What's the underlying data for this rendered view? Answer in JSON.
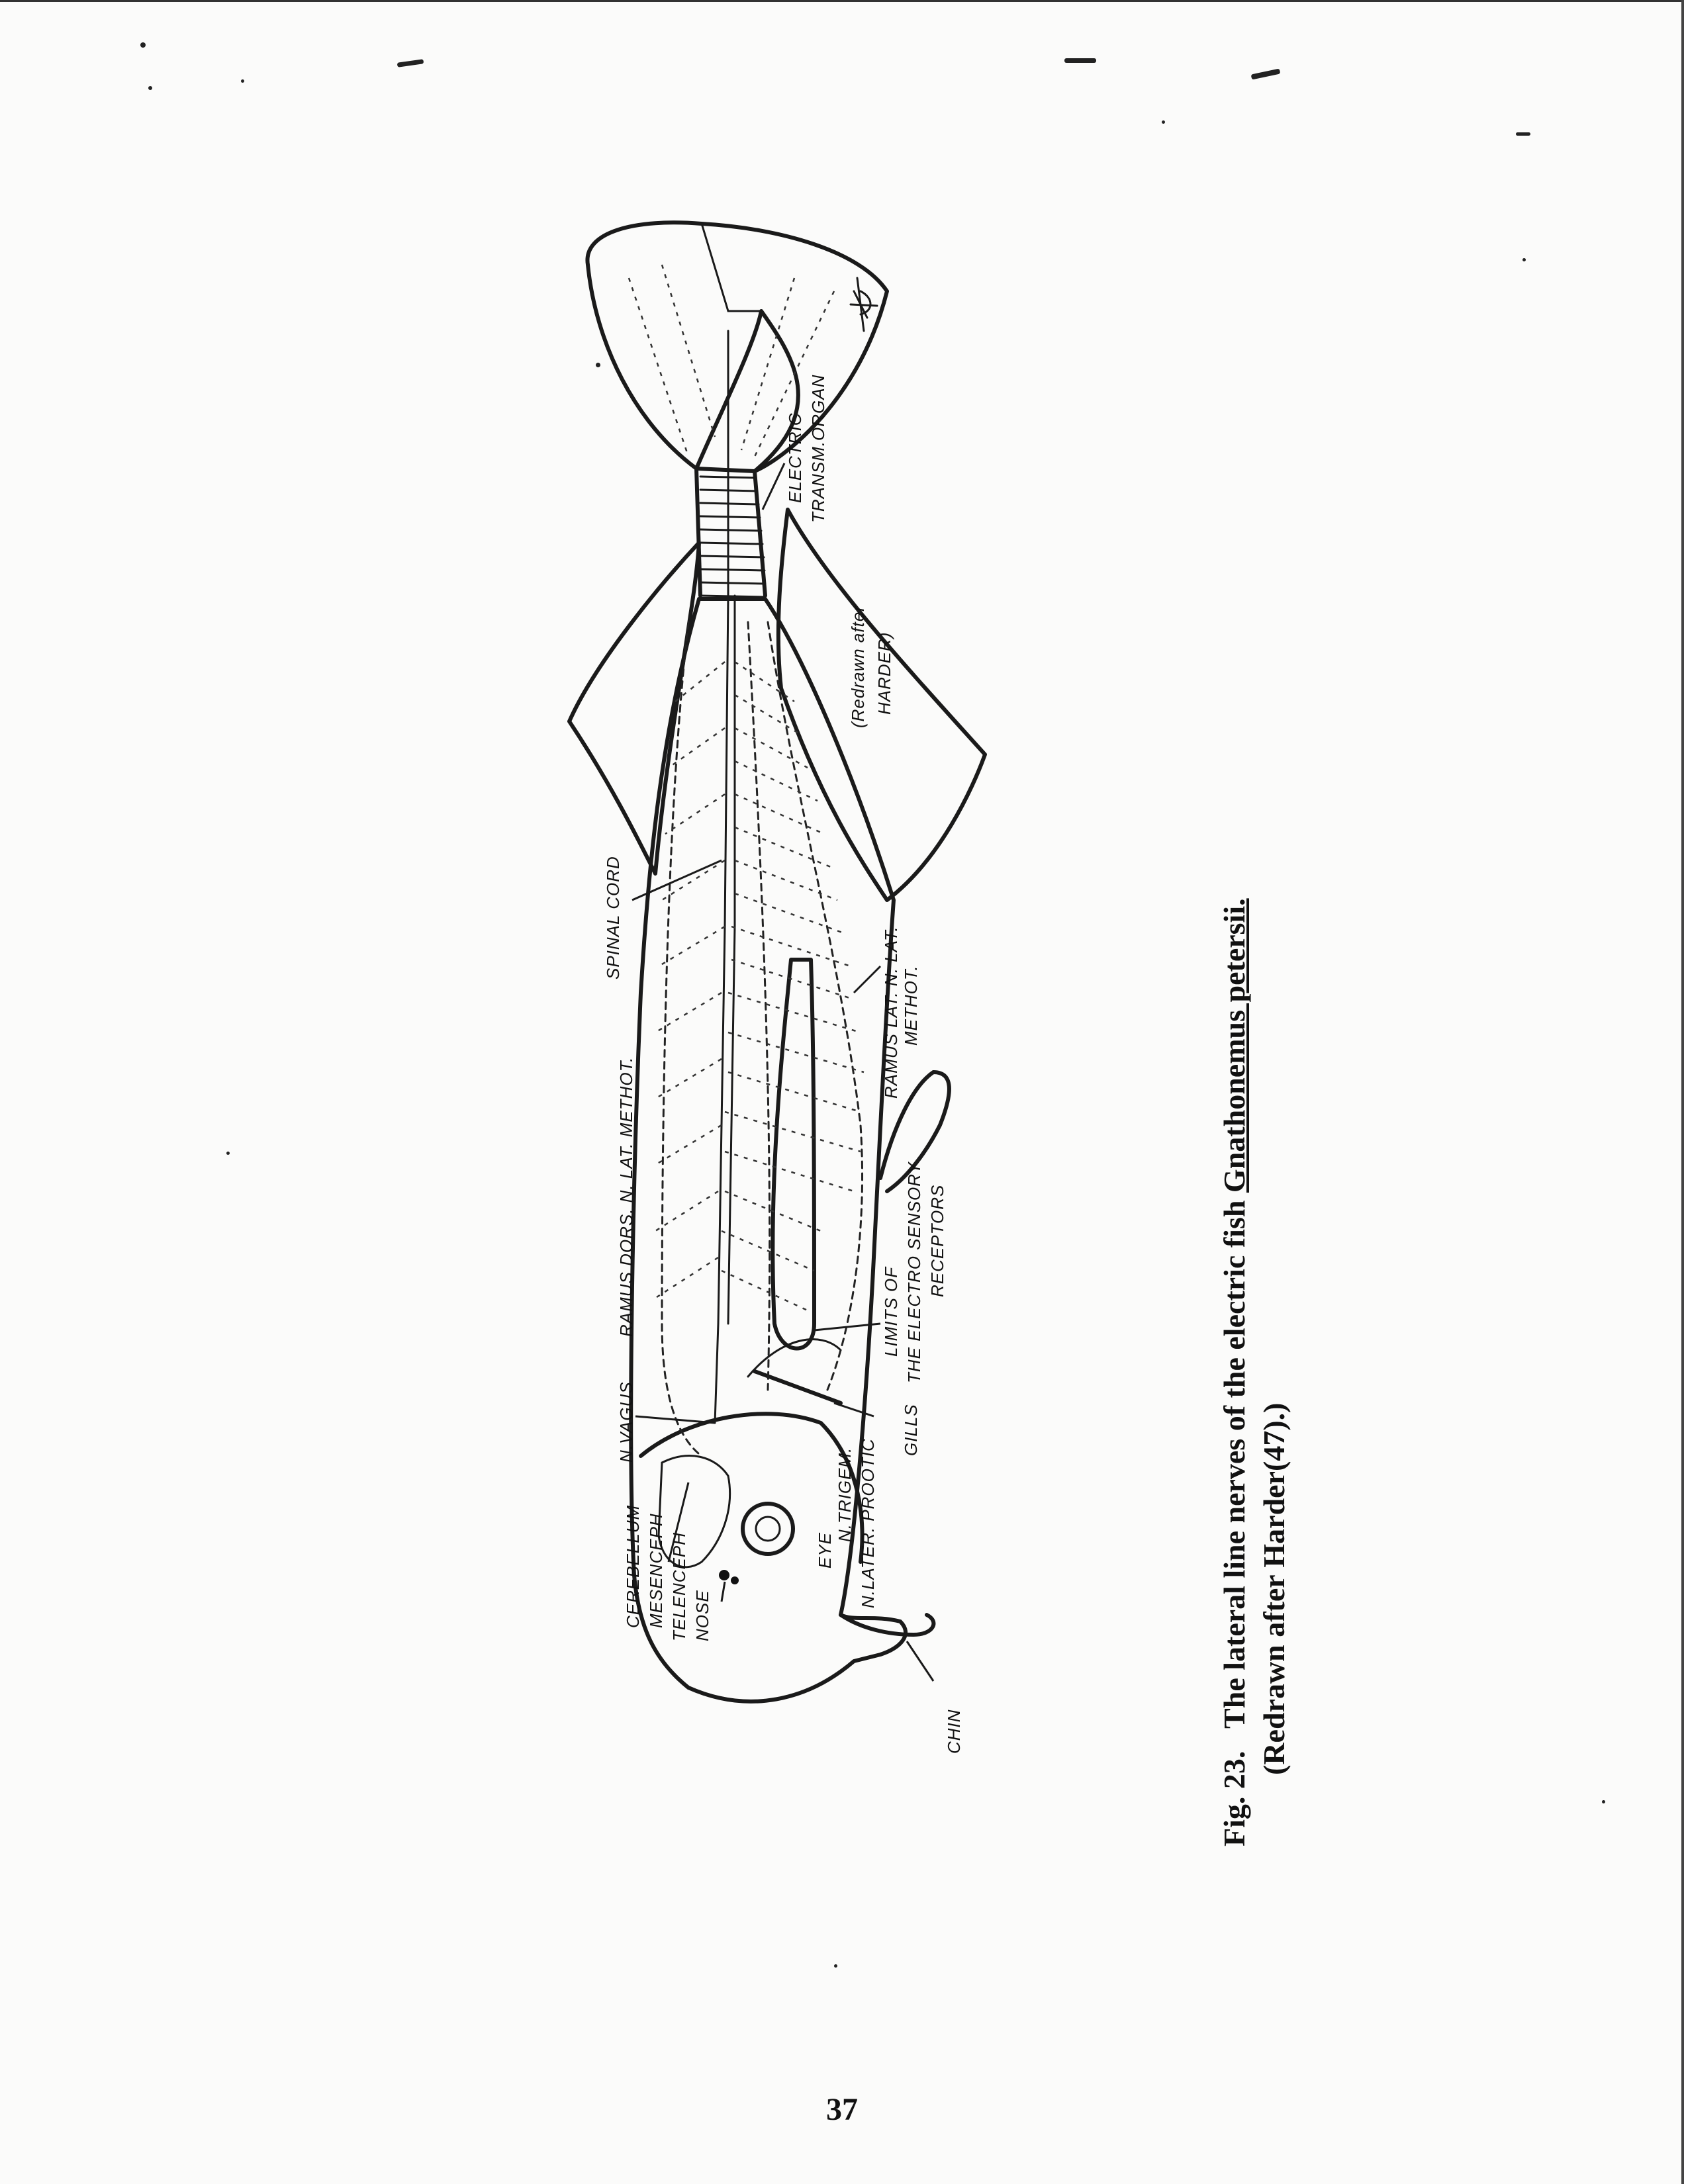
{
  "figure": {
    "labels": {
      "electric_organ_1": "ELECTRIC",
      "electric_organ_2": "TRANSM.ORGAN",
      "source_1": "(Redrawn after",
      "source_2": "HARDER)",
      "spinal_cord": "SPINAL CORD",
      "ramus_dors": "RAMUS DORS. N. LAT. METHOT.",
      "ramus_lat_1": "RAMUS LAT. N. LAT.",
      "ramus_lat_2": "METHOT.",
      "n_vagus": "N.VAGUS",
      "limits_1": "LIMITS OF",
      "limits_2": "THE ELECTRO SENSORY",
      "limits_3": "RECEPTORS",
      "gills": "GILLS",
      "cerebellum": "CEREBELLUM",
      "mesencephalon": "MESENCEPH",
      "telencephalon": "TELENCEPH",
      "nose": "NOSE",
      "eye": "EYE",
      "n_trigem": "N.TRIGEM.",
      "n_later_prootic": "N.LATER. PROOTIC",
      "chin": "CHIN"
    }
  },
  "caption": {
    "fig_label": "Fig. 23.",
    "text_before": "The lateral line nerves of the electric fish",
    "species": "Gnathonemus petersii.",
    "line2": "(Redrawn after Harder(47).)"
  },
  "page_number": "37"
}
